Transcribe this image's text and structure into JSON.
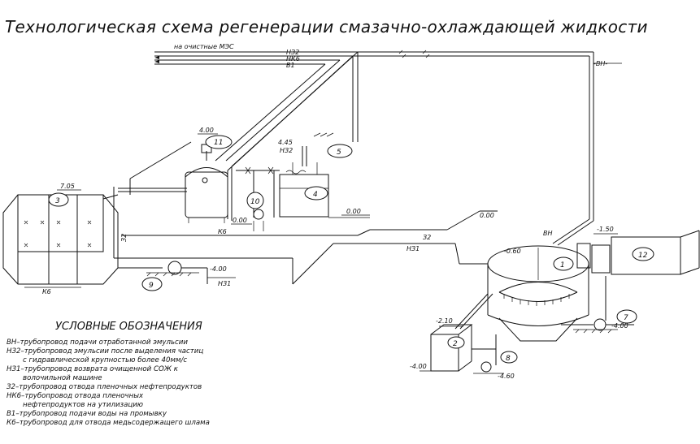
{
  "title": "Технологическая схема регенерации смазачно-охлаждающей жидкости",
  "pipes_top": {
    "dest_label": "на очистные МЭС",
    "codes": [
      "НЗ2",
      "НК6",
      "В1"
    ],
    "vn_right": "-ВН-"
  },
  "equipment": {
    "n11": "11",
    "n5": "5",
    "n4": "4",
    "n3": "3",
    "n10": "10",
    "n9": "9",
    "n1": "1",
    "n12": "12",
    "n7": "7",
    "n2": "2",
    "n8": "8"
  },
  "levels": {
    "l400_top": "4.00",
    "l445": "4.45",
    "nz2_mid": "НЗ2",
    "l705": "7.05",
    "l000_a": "0.00",
    "l000_b": "0.00",
    "l000_c": "0.00",
    "k6_mid": "К6",
    "l400_9": "-4.00",
    "nz1_9": "НЗ1",
    "k6_left": "К6",
    "z2_mid": "З2",
    "z2_left": "З2",
    "nz1_mid": "НЗ1",
    "l150": "-1.50",
    "l060": "-0.60",
    "vn_mid": "ВН",
    "l400_7": "-4.00",
    "l210": "-2.10",
    "l400_2": "-4.00",
    "l460": "-4.60"
  },
  "legend": {
    "title": "УСЛОВНЫЕ ОБОЗНАЧЕНИЯ",
    "items": [
      "ВН–трубопровод подачи отработанной эмульсии",
      "НЗ2–трубопровод эмульсии после выделения частиц",
      "с гидравлической крупностью более 40мм/с",
      "НЗ1–трубопровод возврата очищенной СОЖ к",
      "волочильной машине",
      "З2–трубопровод отвода пленочных нефтепродуктов",
      "НК6–трубопровод отвода пленочных",
      "нефтепродуктов на утилизацию",
      "В1–трубопровод подачи воды на промывку",
      "К6–трубопровод для отвода медьсодержащего шлама"
    ]
  }
}
